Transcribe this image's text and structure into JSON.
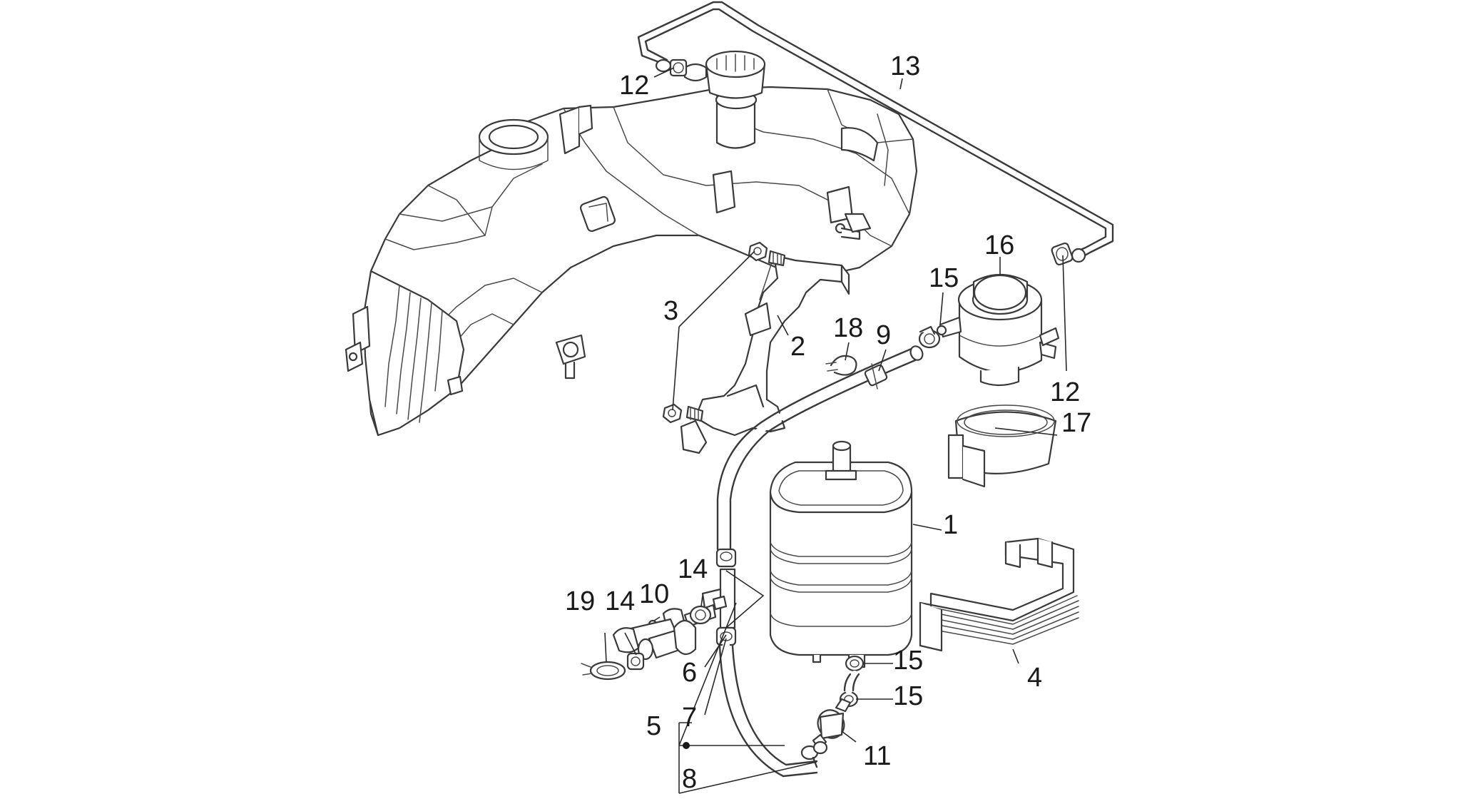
{
  "callouts": [
    {
      "id": "c13",
      "text": "13"
    },
    {
      "id": "c12a",
      "text": "12"
    },
    {
      "id": "c16",
      "text": "16"
    },
    {
      "id": "c15a",
      "text": "15"
    },
    {
      "id": "c3",
      "text": "3"
    },
    {
      "id": "c18",
      "text": "18"
    },
    {
      "id": "c9",
      "text": "9"
    },
    {
      "id": "c2",
      "text": "2"
    },
    {
      "id": "c12b",
      "text": "12"
    },
    {
      "id": "c17",
      "text": "17"
    },
    {
      "id": "c1",
      "text": "1"
    },
    {
      "id": "c19",
      "text": "19"
    },
    {
      "id": "c14a",
      "text": "14"
    },
    {
      "id": "c10",
      "text": "10"
    },
    {
      "id": "c14b",
      "text": "14"
    },
    {
      "id": "c6",
      "text": "6"
    },
    {
      "id": "c15b",
      "text": "15"
    },
    {
      "id": "c15c",
      "text": "15"
    },
    {
      "id": "c4",
      "text": "4"
    },
    {
      "id": "c7",
      "text": "7"
    },
    {
      "id": "c5",
      "text": "5"
    },
    {
      "id": "c11",
      "text": "11"
    },
    {
      "id": "c8",
      "text": "8"
    }
  ],
  "colors": {
    "line": "#3a3a3a",
    "background": "#ffffff"
  }
}
